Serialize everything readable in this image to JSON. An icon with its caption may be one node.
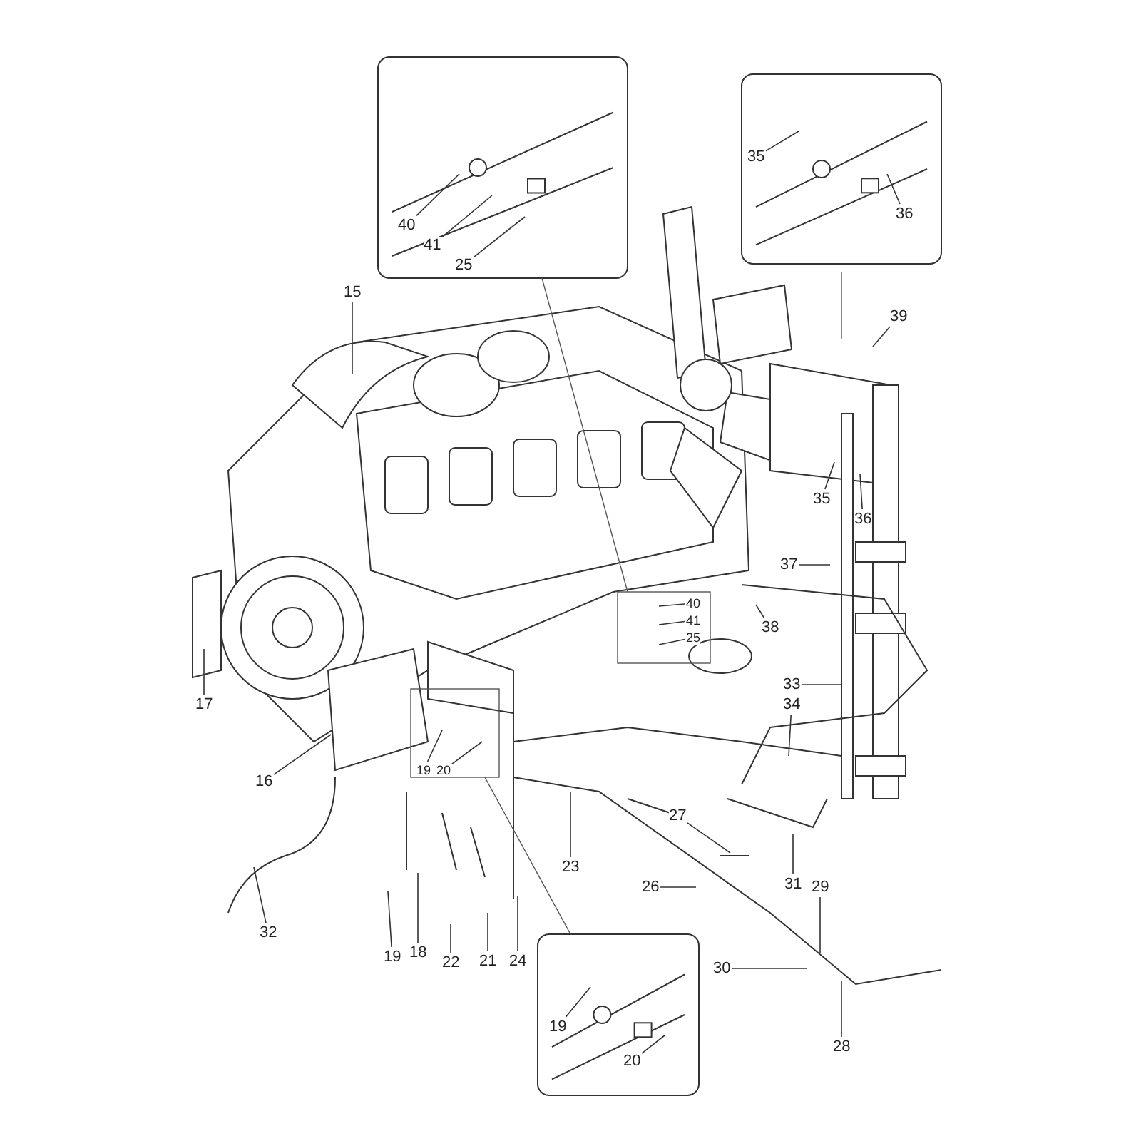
{
  "diagram": {
    "nodes": [
      {
        "text": [
          "40"
        ]
      },
      {
        "text": [
          "41"
        ]
      },
      {
        "text": [
          "25"
        ]
      },
      {
        "text": [
          "35"
        ]
      },
      {
        "text": [
          "36"
        ]
      },
      {
        "text": [
          "15"
        ]
      },
      {
        "text": [
          "39"
        ]
      },
      {
        "text": [
          "35"
        ]
      },
      {
        "text": [
          "36"
        ]
      },
      {
        "text": [
          "37"
        ]
      },
      {
        "text": [
          "40"
        ]
      },
      {
        "text": [
          "41"
        ]
      },
      {
        "text": [
          "25"
        ]
      },
      {
        "text": [
          "38"
        ]
      },
      {
        "text": [
          "33"
        ]
      },
      {
        "text": [
          "34"
        ]
      },
      {
        "text": [
          "17"
        ]
      },
      {
        "text": [
          "16"
        ]
      },
      {
        "text": [
          "19"
        ]
      },
      {
        "text": [
          "20"
        ]
      },
      {
        "text": [
          "27"
        ]
      },
      {
        "text": [
          "23"
        ]
      },
      {
        "text": [
          "26"
        ]
      },
      {
        "text": [
          "31"
        ]
      },
      {
        "text": [
          "29"
        ]
      },
      {
        "text": [
          "32"
        ]
      },
      {
        "text": [
          "19"
        ]
      },
      {
        "text": [
          "18"
        ]
      },
      {
        "text": [
          "22"
        ]
      },
      {
        "text": [
          "21"
        ]
      },
      {
        "text": [
          "24"
        ]
      },
      {
        "text": [
          "30"
        ]
      },
      {
        "text": [
          "19"
        ]
      },
      {
        "text": [
          "20"
        ]
      },
      {
        "text": [
          "28"
        ]
      }
    ],
    "edges": [
      {
        "from": 0,
        "to": null,
        "arrow": "none"
      },
      {
        "from": 1,
        "to": null,
        "arrow": "none"
      },
      {
        "from": 2,
        "to": null,
        "arrow": "none"
      },
      {
        "from": 3,
        "to": null,
        "arrow": "none"
      },
      {
        "from": 4,
        "to": null,
        "arrow": "none"
      },
      {
        "from": 5,
        "to": null,
        "arrow": "none"
      },
      {
        "from": 6,
        "to": null,
        "arrow": "none"
      },
      {
        "from": 7,
        "to": null,
        "arrow": "none"
      },
      {
        "from": 8,
        "to": null,
        "arrow": "none"
      },
      {
        "from": 9,
        "to": null,
        "arrow": "none"
      },
      {
        "from": 10,
        "to": null,
        "arrow": "none"
      },
      {
        "from": 11,
        "to": null,
        "arrow": "none"
      },
      {
        "from": 12,
        "to": null,
        "arrow": "none"
      },
      {
        "from": 13,
        "to": null,
        "arrow": "none"
      },
      {
        "from": 14,
        "to": null,
        "arrow": "none"
      },
      {
        "from": 15,
        "to": null,
        "arrow": "none"
      },
      {
        "from": 16,
        "to": null,
        "arrow": "none"
      },
      {
        "from": 17,
        "to": null,
        "arrow": "none"
      },
      {
        "from": 18,
        "to": null,
        "arrow": "none"
      },
      {
        "from": 19,
        "to": null,
        "arrow": "none"
      },
      {
        "from": 20,
        "to": null,
        "arrow": "none"
      },
      {
        "from": 21,
        "to": null,
        "arrow": "none"
      },
      {
        "from": 22,
        "to": null,
        "arrow": "none"
      },
      {
        "from": 23,
        "to": null,
        "arrow": "none"
      },
      {
        "from": 24,
        "to": null,
        "arrow": "none"
      },
      {
        "from": 25,
        "to": null,
        "arrow": "none"
      },
      {
        "from": 26,
        "to": null,
        "arrow": "none"
      },
      {
        "from": 27,
        "to": null,
        "arrow": "none"
      },
      {
        "from": 28,
        "to": null,
        "arrow": "none"
      },
      {
        "from": 29,
        "to": null,
        "arrow": "none"
      },
      {
        "from": 30,
        "to": null,
        "arrow": "none"
      },
      {
        "from": 31,
        "to": null,
        "arrow": "none"
      },
      {
        "from": 32,
        "to": null,
        "arrow": "none"
      },
      {
        "from": 33,
        "to": null,
        "arrow": "none"
      },
      {
        "from": 34,
        "to": null,
        "arrow": "none"
      }
    ]
  }
}
